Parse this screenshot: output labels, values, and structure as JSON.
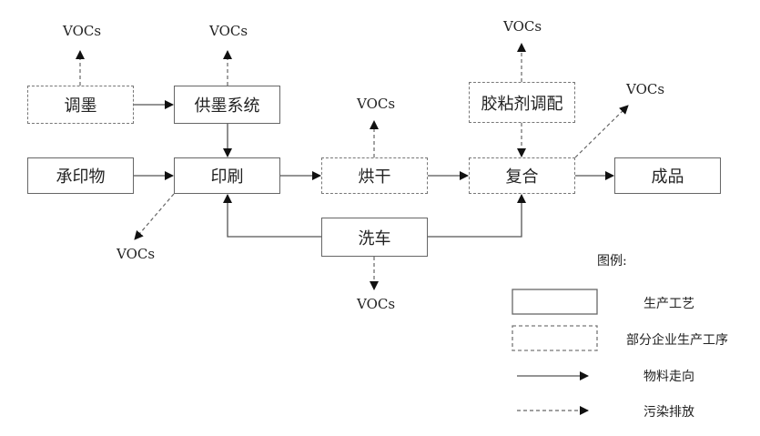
{
  "diagram": {
    "nodes": {
      "tiaomo": {
        "label": "调墨",
        "style": "dashed"
      },
      "gongmo": {
        "label": "供墨系统",
        "style": "solid"
      },
      "chengyinwu": {
        "label": "承印物",
        "style": "solid"
      },
      "yinshua": {
        "label": "印刷",
        "style": "solid"
      },
      "honggan": {
        "label": "烘干",
        "style": "dashed"
      },
      "fuhe": {
        "label": "复合",
        "style": "dashed"
      },
      "jiaonianji": {
        "label": "胶粘剂调配",
        "style": "dashed"
      },
      "chengpin": {
        "label": "成品",
        "style": "solid"
      },
      "xiche": {
        "label": "洗车",
        "style": "solid"
      }
    },
    "emission_label": "VOCs",
    "material_flows": [
      [
        "调墨",
        "供墨系统"
      ],
      [
        "供墨系统",
        "印刷"
      ],
      [
        "承印物",
        "印刷"
      ],
      [
        "印刷",
        "烘干"
      ],
      [
        "烘干",
        "复合"
      ],
      [
        "复合",
        "成品"
      ],
      [
        "洗车",
        "印刷"
      ],
      [
        "洗车",
        "复合"
      ]
    ],
    "emission_flows": [
      "调墨",
      "供墨系统",
      "印刷",
      "烘干",
      "胶粘剂调配",
      "复合",
      "洗车"
    ],
    "other_dashed_flows": [
      [
        "胶粘剂调配",
        "复合"
      ]
    ]
  },
  "legend": {
    "title": "图例:",
    "items": [
      {
        "symbol": "solid-box",
        "label": "生产工艺"
      },
      {
        "symbol": "dashed-box",
        "label": "部分企业生产工序"
      },
      {
        "symbol": "solid-arrow",
        "label": "物料走向"
      },
      {
        "symbol": "dashed-arrow",
        "label": "污染排放"
      }
    ]
  }
}
